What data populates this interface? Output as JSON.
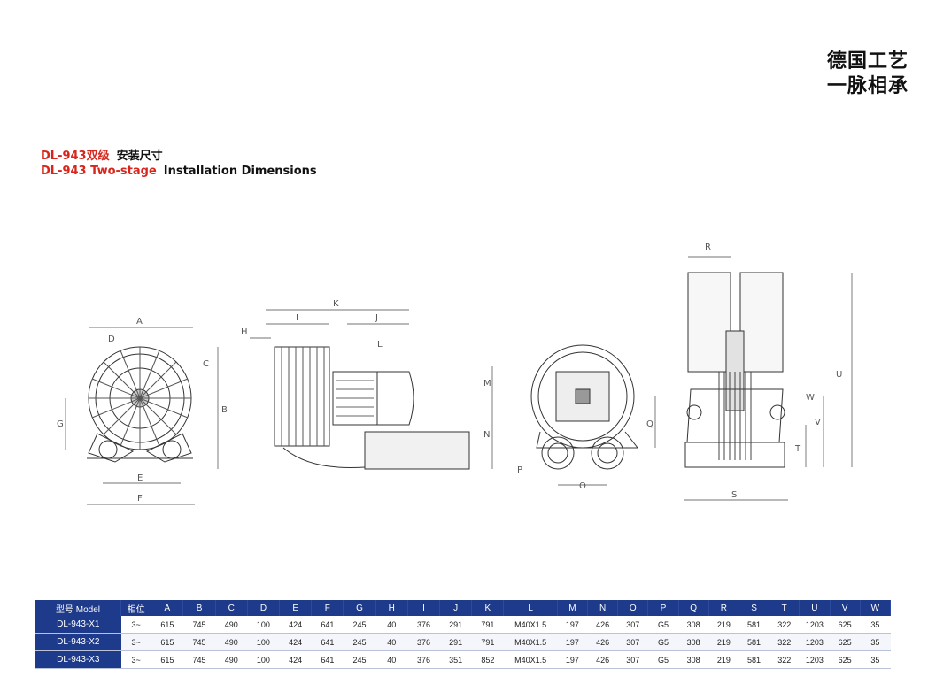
{
  "slogan": {
    "line1": "德国工艺",
    "line2": "一脉相承"
  },
  "heading": {
    "cn_red": "DL-943双级",
    "cn_black": "安装尺寸",
    "en_red": "DL-943 Two-stage",
    "en_black": "Installation Dimensions"
  },
  "drawing_labels": {
    "A": "A",
    "B": "B",
    "C": "C",
    "D": "D",
    "E": "E",
    "F": "F",
    "G": "G",
    "H": "H",
    "I": "I",
    "J": "J",
    "K": "K",
    "L": "L",
    "M": "M",
    "N": "N",
    "O": "O",
    "P": "P",
    "Q": "Q",
    "R": "R",
    "S": "S",
    "T": "T",
    "U": "U",
    "V": "V",
    "W": "W"
  },
  "table": {
    "headers": [
      "型号 Model",
      "相位",
      "A",
      "B",
      "C",
      "D",
      "E",
      "F",
      "G",
      "H",
      "I",
      "J",
      "K",
      "L",
      "M",
      "N",
      "O",
      "P",
      "Q",
      "R",
      "S",
      "T",
      "U",
      "V",
      "W"
    ],
    "rows": [
      [
        "DL-943-X1",
        "3~",
        "615",
        "745",
        "490",
        "100",
        "424",
        "641",
        "245",
        "40",
        "376",
        "291",
        "791",
        "M40X1.5",
        "197",
        "426",
        "307",
        "G5",
        "308",
        "219",
        "581",
        "322",
        "1203",
        "625",
        "35"
      ],
      [
        "DL-943-X2",
        "3~",
        "615",
        "745",
        "490",
        "100",
        "424",
        "641",
        "245",
        "40",
        "376",
        "291",
        "791",
        "M40X1.5",
        "197",
        "426",
        "307",
        "G5",
        "308",
        "219",
        "581",
        "322",
        "1203",
        "625",
        "35"
      ],
      [
        "DL-943-X3",
        "3~",
        "615",
        "745",
        "490",
        "100",
        "424",
        "641",
        "245",
        "40",
        "376",
        "351",
        "852",
        "M40X1.5",
        "197",
        "426",
        "307",
        "G5",
        "308",
        "219",
        "581",
        "322",
        "1203",
        "625",
        "35"
      ]
    ]
  },
  "colors": {
    "accent_red": "#d9261c",
    "table_header_blue": "#1e3a8a"
  }
}
